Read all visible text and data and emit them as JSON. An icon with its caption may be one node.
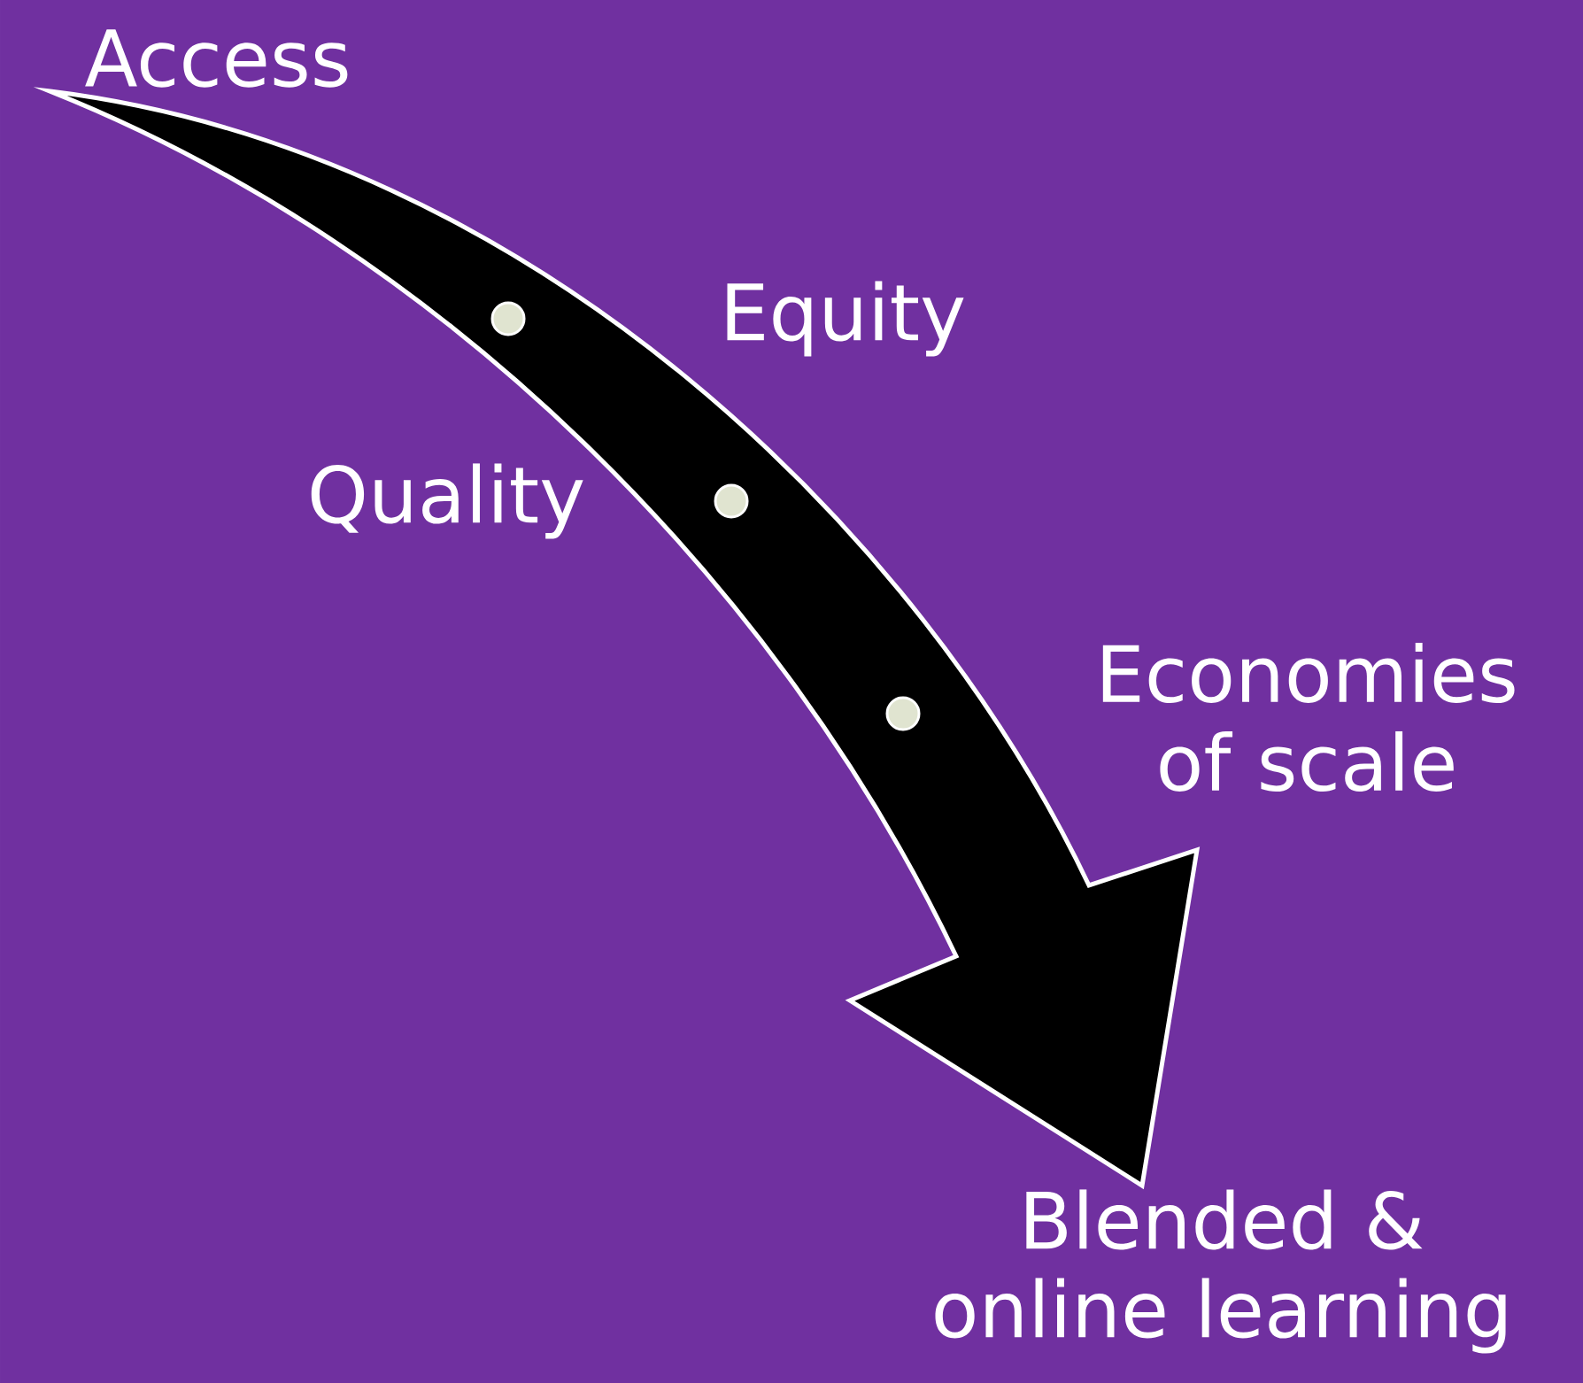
{
  "diagram": {
    "nodes": [
      {
        "text": [
          "Access"
        ]
      },
      {
        "text": [
          "Blended & online learning"
        ]
      }
    ],
    "edges": [
      {
        "from": 0,
        "to": 1,
        "arrow": "to"
      }
    ],
    "labels": [
      "Equity",
      "Quality",
      "Economies of scale"
    ]
  }
}
